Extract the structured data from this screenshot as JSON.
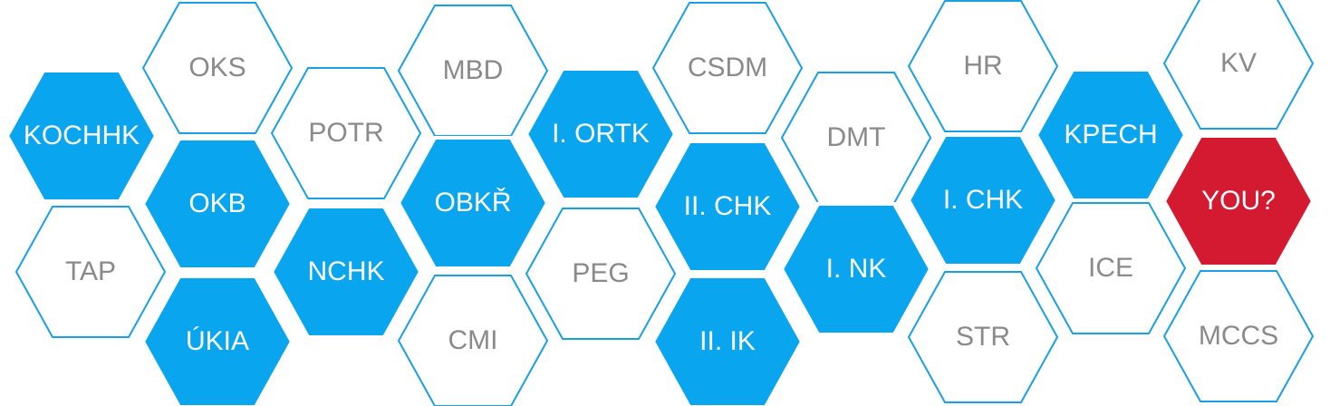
{
  "palette": {
    "filled": "#0aa5ef",
    "outline": "#1a9fe3",
    "highlight": "#d31a30",
    "text_dark": "#8a8a8a",
    "text_light": "#ffffff",
    "background": "#ffffff"
  },
  "hexagons": [
    {
      "id": "kochhk",
      "label": "KOCHHK",
      "style": "filled"
    },
    {
      "id": "tap",
      "label": "TAP",
      "style": "outline"
    },
    {
      "id": "oks",
      "label": "OKS",
      "style": "outline"
    },
    {
      "id": "okb",
      "label": "OKB",
      "style": "filled"
    },
    {
      "id": "ukia",
      "label": "ÚKIA",
      "style": "filled"
    },
    {
      "id": "potr",
      "label": "POTR",
      "style": "outline"
    },
    {
      "id": "nchk",
      "label": "NCHK",
      "style": "filled"
    },
    {
      "id": "mbd",
      "label": "MBD",
      "style": "outline"
    },
    {
      "id": "obkr",
      "label": "OBKŘ",
      "style": "filled"
    },
    {
      "id": "cmi",
      "label": "CMI",
      "style": "outline"
    },
    {
      "id": "i-ortk",
      "label": "I. ORTK",
      "style": "filled"
    },
    {
      "id": "peg",
      "label": "PEG",
      "style": "outline"
    },
    {
      "id": "csdm",
      "label": "CSDM",
      "style": "outline"
    },
    {
      "id": "ii-chk",
      "label": "II. CHK",
      "style": "filled"
    },
    {
      "id": "ii-ik",
      "label": "II. IK",
      "style": "filled"
    },
    {
      "id": "dmt",
      "label": "DMT",
      "style": "outline"
    },
    {
      "id": "i-nk",
      "label": "I. NK",
      "style": "filled"
    },
    {
      "id": "hr",
      "label": "HR",
      "style": "outline"
    },
    {
      "id": "i-chk",
      "label": "I. CHK",
      "style": "filled"
    },
    {
      "id": "str",
      "label": "STR",
      "style": "outline"
    },
    {
      "id": "kpech",
      "label": "KPECH",
      "style": "filled"
    },
    {
      "id": "ice",
      "label": "ICE",
      "style": "outline"
    },
    {
      "id": "kv",
      "label": "KV",
      "style": "outline"
    },
    {
      "id": "you",
      "label": "YOU?",
      "style": "highlight"
    },
    {
      "id": "mccs",
      "label": "MCCS",
      "style": "outline"
    }
  ]
}
